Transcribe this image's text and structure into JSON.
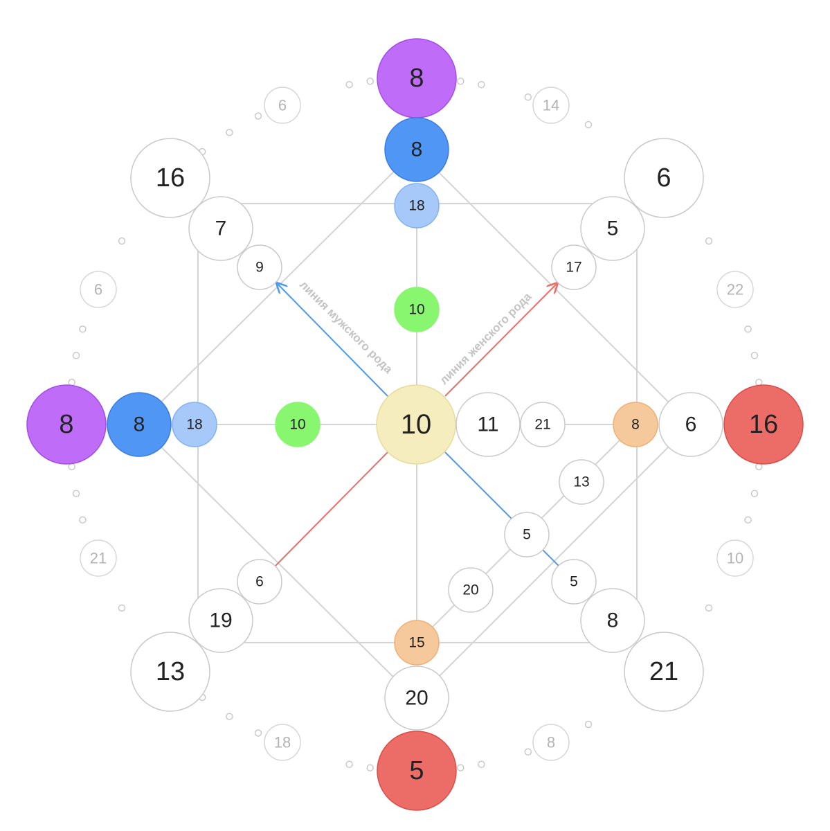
{
  "colors": {
    "purple": "#bf6cf8",
    "blue": "#4f96f5",
    "light_blue": "#a6c9fa",
    "green": "#88f76f",
    "center": "#f5edbe",
    "red": "#ec6d68",
    "orange": "#f6c99c",
    "white": "#ffffff",
    "outline": "#c9c9c9",
    "faint": "#b3b3b3",
    "male_line": "#4a9bf0",
    "female_line": "#ec6d68"
  },
  "center": {
    "value": "10"
  },
  "top": {
    "outer": "8",
    "middle": "8",
    "inner": "18",
    "core": "10"
  },
  "left": {
    "outer": "8",
    "middle": "8",
    "inner": "18",
    "core": "10"
  },
  "right": {
    "outer": "16",
    "middle": "6",
    "inner": "8"
  },
  "bottom": {
    "outer": "5",
    "middle": "20",
    "inner": "15"
  },
  "corners": {
    "top_left": {
      "outer": "16",
      "middle": "7",
      "inner": "9"
    },
    "top_right": {
      "outer": "6",
      "middle": "5",
      "inner": "17"
    },
    "bottom_left": {
      "outer": "13",
      "middle": "19",
      "inner": "6"
    },
    "bottom_right": {
      "outer": "21",
      "middle": "8",
      "inner": "5"
    }
  },
  "center_row": {
    "first": "11",
    "second": "21"
  },
  "money_line": {
    "upper": "13",
    "middle": "5",
    "lower": "20"
  },
  "ring_labels": {
    "top_left": "6",
    "top_right": "14",
    "left_upper": "6",
    "right_upper": "22",
    "left_lower": "21",
    "right_lower": "10",
    "bottom_left": "18",
    "bottom_right": "8"
  },
  "annotations": {
    "male_line": "линия мужского рода",
    "female_line": "линия женского рода"
  }
}
